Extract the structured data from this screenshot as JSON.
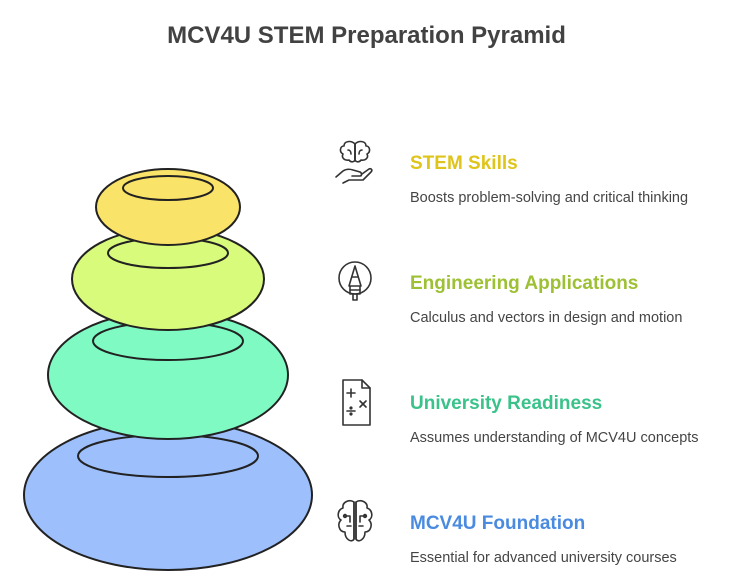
{
  "title": "MCV4U STEM Preparation Pyramid",
  "levels": [
    {
      "name": "STEM Skills",
      "description": "Boosts problem-solving and critical thinking",
      "color": "#FAE369",
      "title_color": "#DFC41B",
      "icon": "brain-hand-icon"
    },
    {
      "name": "Engineering Applications",
      "description": "Calculus and vectors in design and motion",
      "color": "#D8FB7C",
      "title_color": "#9DC034",
      "icon": "pencil-compass-icon"
    },
    {
      "name": "University Readiness",
      "description": "Assumes understanding of MCV4U concepts",
      "color": "#7FFAC3",
      "title_color": "#3AC28A",
      "icon": "math-document-icon"
    },
    {
      "name": "MCV4U Foundation",
      "description": "Essential for advanced university courses",
      "color": "#9DC0FD",
      "title_color": "#4A8BE0",
      "icon": "brain-circuit-icon"
    }
  ]
}
